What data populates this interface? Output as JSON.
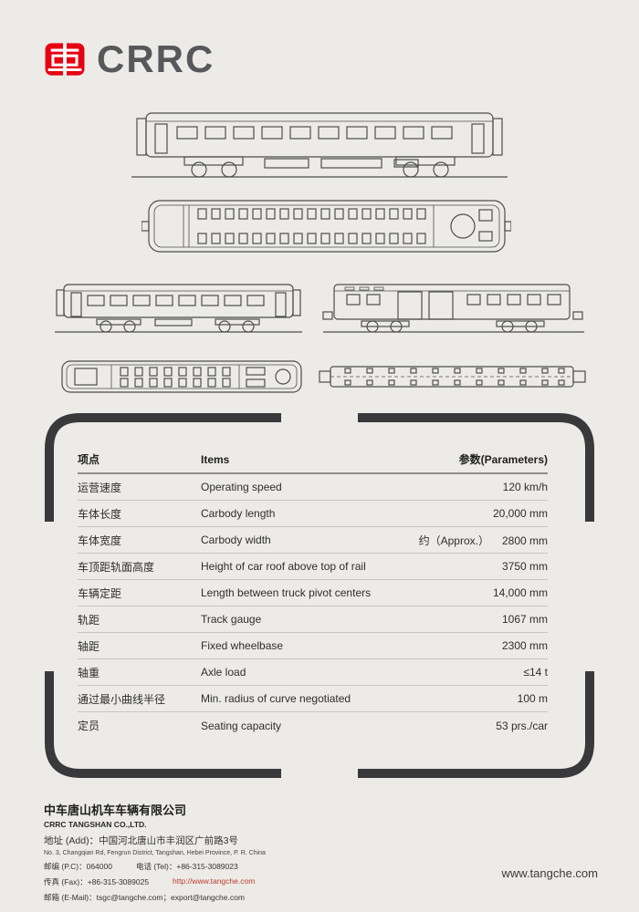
{
  "brand": {
    "name": "CRRC",
    "color": "#e60012"
  },
  "colors": {
    "background": "#ecebe8",
    "bracket": "#39393b",
    "accent_red": "#e60012",
    "link_red": "#c0392b"
  },
  "table": {
    "header": {
      "cn": "项点",
      "en": "Items",
      "params": "参数(Parameters)"
    },
    "rows": [
      {
        "cn": "运营速度",
        "en": "Operating speed",
        "value": "120 km/h"
      },
      {
        "cn": "车体长度",
        "en": "Carbody length",
        "value": "20,000 mm"
      },
      {
        "cn": "车体宽度",
        "en": "Carbody width",
        "prefix": "约（Approx.）",
        "value": "2800 mm"
      },
      {
        "cn": "车顶距轨面高度",
        "en": "Height of car roof above top of rail",
        "value": "3750 mm"
      },
      {
        "cn": "车辆定距",
        "en": "Length between truck pivot centers",
        "value": "14,000 mm"
      },
      {
        "cn": "轨距",
        "en": "Track gauge",
        "value": "1067 mm"
      },
      {
        "cn": "轴距",
        "en": "Fixed wheelbase",
        "value": "2300 mm"
      },
      {
        "cn": "轴重",
        "en": "Axle load",
        "value": "≤14 t"
      },
      {
        "cn": "通过最小曲线半径",
        "en": "Min. radius of curve negotiated",
        "value": "100 m"
      },
      {
        "cn": "定员",
        "en": "Seating capacity",
        "value": "53 prs./car"
      }
    ]
  },
  "footer": {
    "company_cn": "中车唐山机车车辆有限公司",
    "company_en": "CRRC TANGSHAN CO.,LTD.",
    "address_cn": "地址 (Add)：中国河北唐山市丰润区广前路3号",
    "address_en": "No. 3, Changqian Rd, Fengrun District, Tangshan, Hebei Province, P. R. China",
    "postal": "邮编 (P.C)：064000",
    "tel": "电话 (Tel)：+86-315-3089023",
    "fax": "传真 (Fax)：+86-315-3089025",
    "url": "http://www.tangche.com",
    "email": "邮箱 (E-Mail)：tsgc@tangche.com；export@tangche.com",
    "website": "www.tangche.com"
  }
}
